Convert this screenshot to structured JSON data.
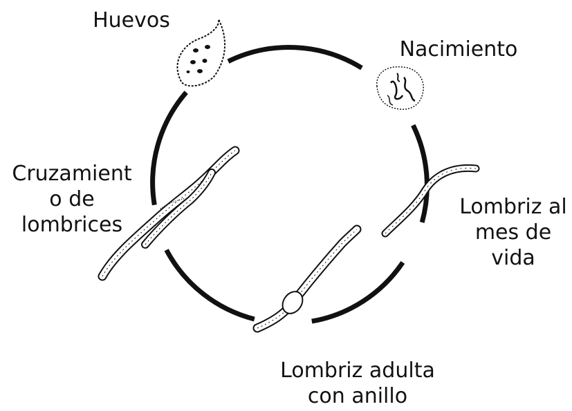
{
  "diagram": {
    "stages": [
      {
        "id": "eggs",
        "lines": [
          "Huevos"
        ]
      },
      {
        "id": "hatching",
        "lines": [
          "Nacimiento"
        ]
      },
      {
        "id": "one-month",
        "lines": [
          "Lombriz al",
          "mes de",
          "vida"
        ]
      },
      {
        "id": "adult",
        "lines": [
          "Lombriz adulta",
          "con anillo"
        ]
      },
      {
        "id": "mating",
        "lines": [
          "Cruzamient",
          "o de",
          "lombrices"
        ]
      }
    ],
    "colors": {
      "line": "#111111",
      "background": "#ffffff"
    }
  }
}
